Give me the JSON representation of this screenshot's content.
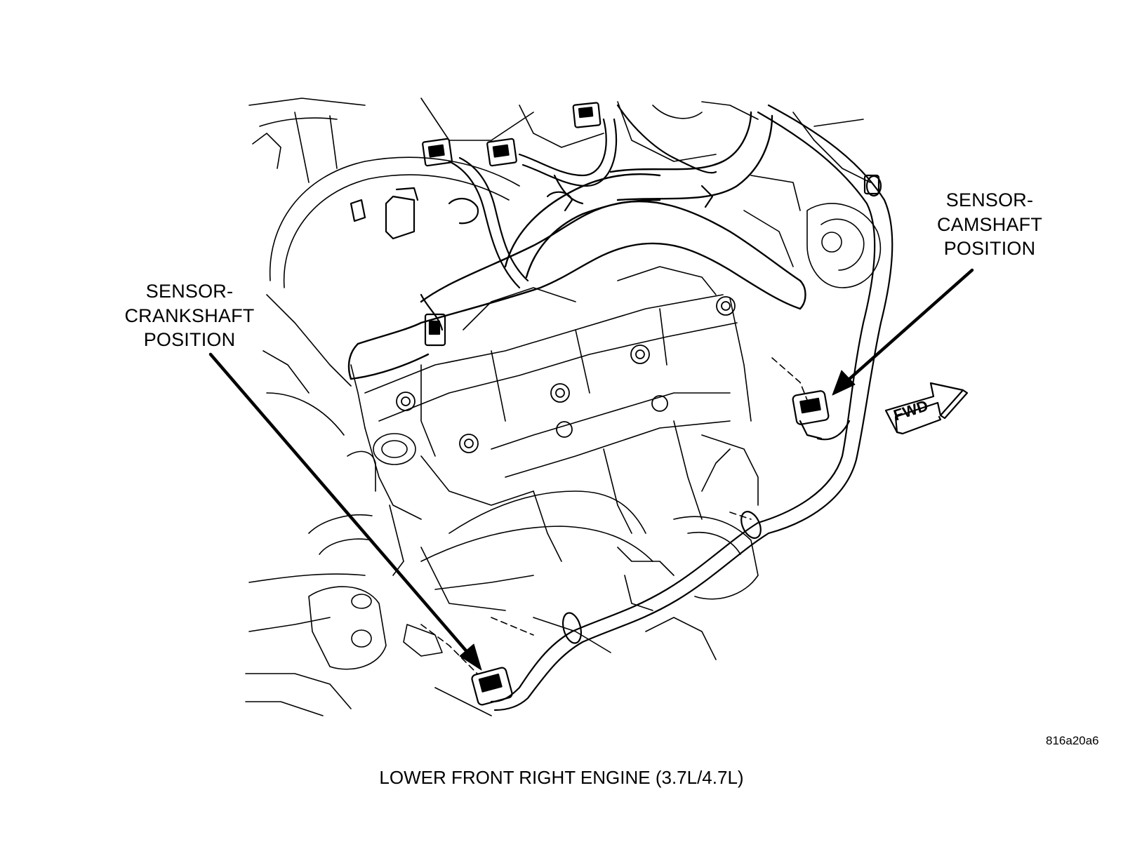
{
  "labels": {
    "crankshaft_line1": "SENSOR-",
    "crankshaft_line2": "CRANKSHAFT",
    "crankshaft_line3": "POSITION",
    "camshaft_line1": "SENSOR-",
    "camshaft_line2": "CAMSHAFT",
    "camshaft_line3": "POSITION"
  },
  "fwd_arrow_text": "FWD",
  "reference_code": "816a20a6",
  "caption": "LOWER FRONT RIGHT ENGINE  (3.7L/4.7L)"
}
